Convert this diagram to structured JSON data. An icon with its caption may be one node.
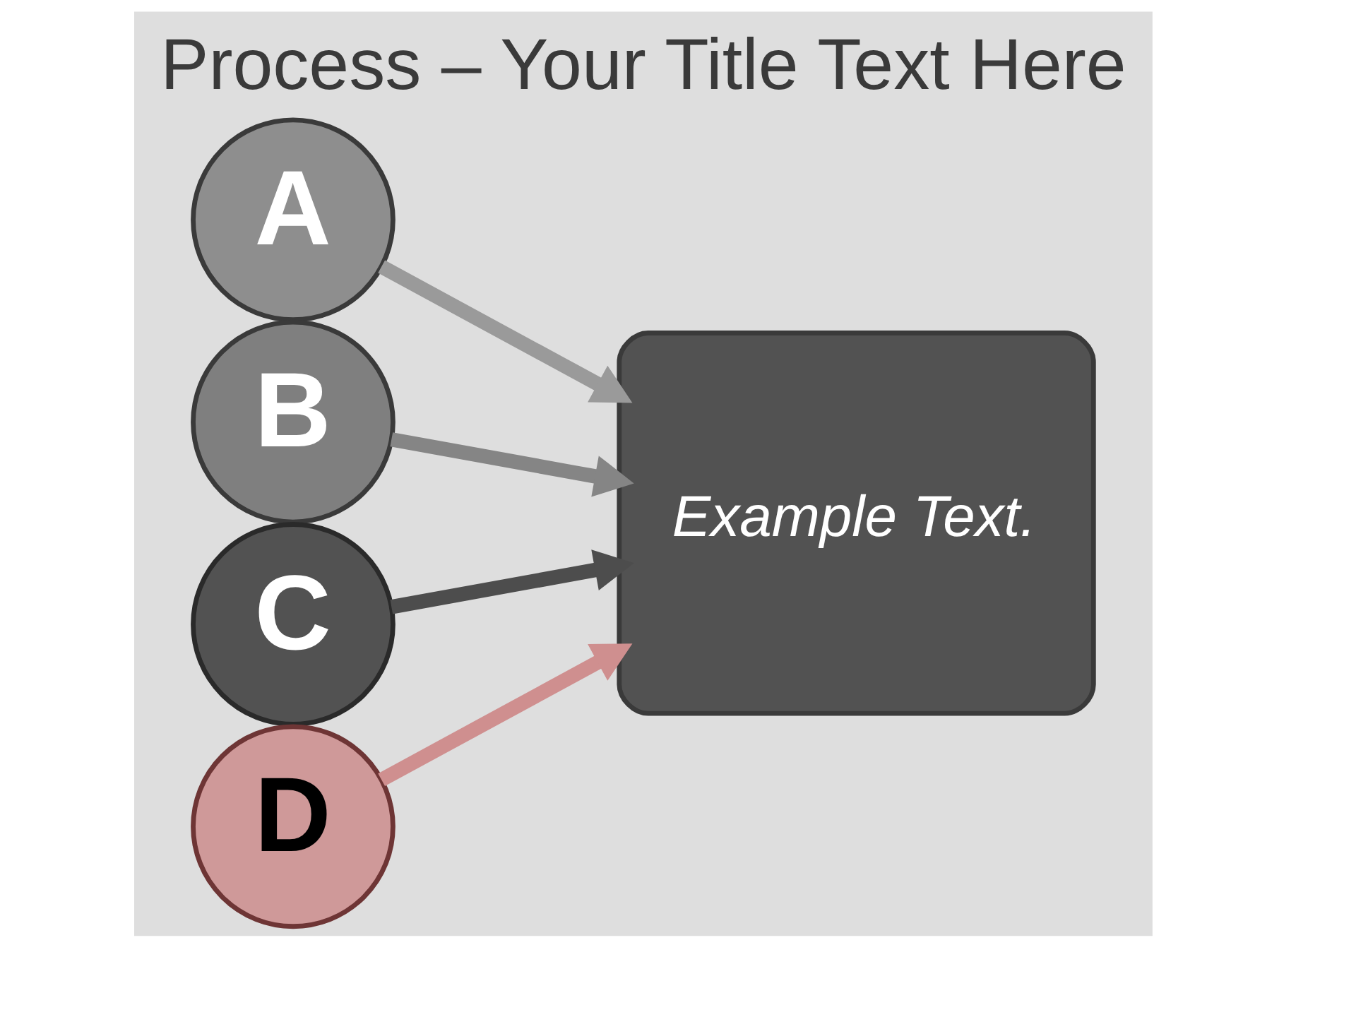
{
  "diagram": {
    "title": "Process – Your Title Text Here",
    "nodes": [
      {
        "text": [
          "A"
        ]
      },
      {
        "text": [
          "B"
        ]
      },
      {
        "text": [
          "C"
        ]
      },
      {
        "text": [
          "D"
        ]
      },
      {
        "text": [
          "Example Text."
        ]
      }
    ],
    "edges": [
      {
        "from": 0,
        "to": 4,
        "arrow": "to",
        "color": "#9a9a9a"
      },
      {
        "from": 1,
        "to": 4,
        "arrow": "to",
        "color": "#858585"
      },
      {
        "from": 2,
        "to": 4,
        "arrow": "to",
        "color": "#4d4d4d"
      },
      {
        "from": 3,
        "to": 4,
        "arrow": "to",
        "color": "#cf8f8f"
      }
    ]
  }
}
